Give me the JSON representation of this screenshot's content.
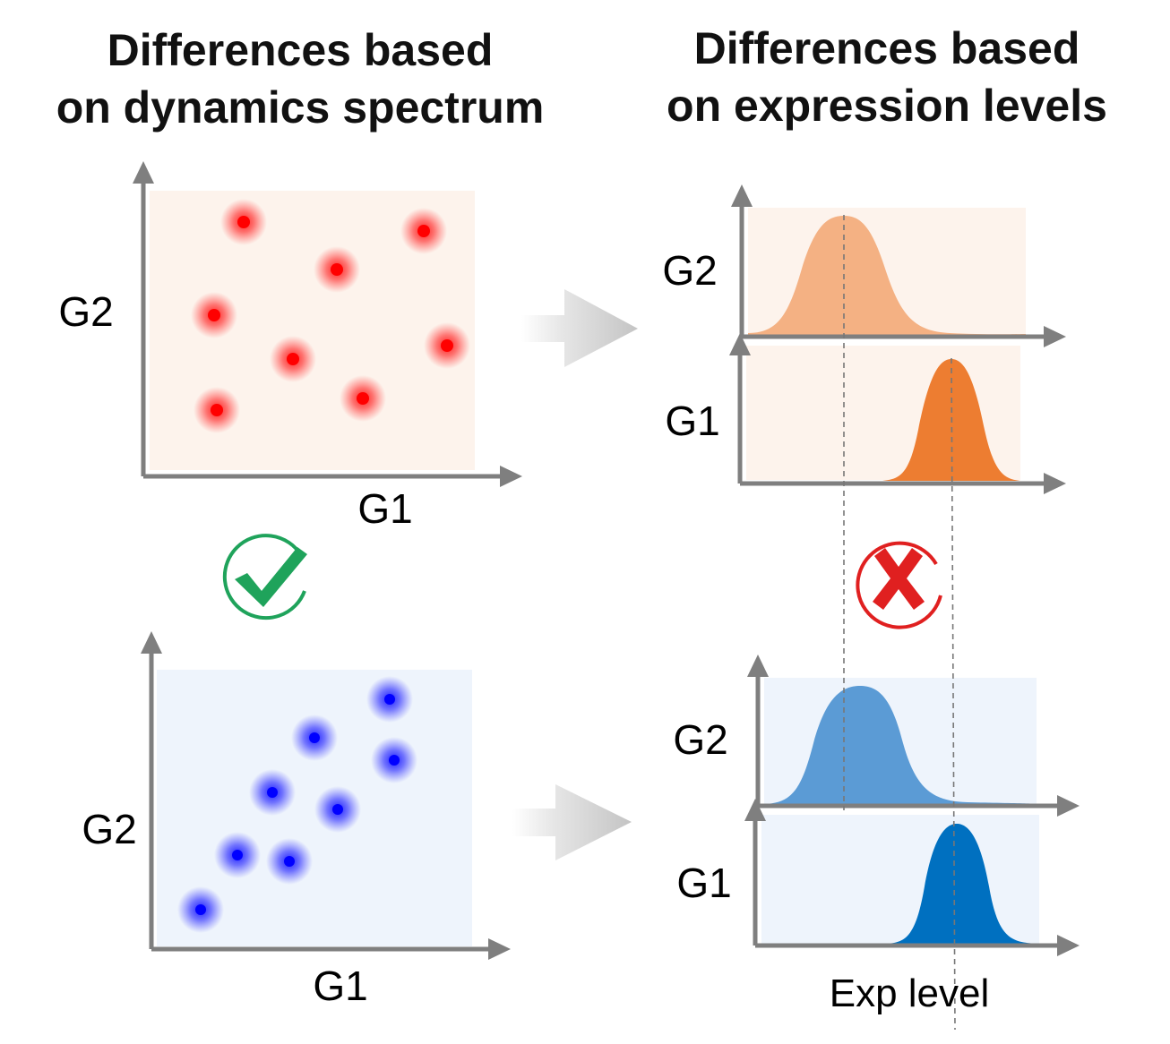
{
  "titles": {
    "left_line1": "Differences based",
    "left_line2": "on dynamics spectrum",
    "right_line1": "Differences based",
    "right_line2": "on expression levels"
  },
  "scatter_panels": [
    {
      "id": "top",
      "x_label": "G1",
      "y_label": "G2",
      "background": "#fdf3ec",
      "dot_color": "#ff0000"
    },
    {
      "id": "bottom",
      "x_label": "G1",
      "y_label": "G2",
      "background": "#eef4fc",
      "dot_color": "#0000ff"
    }
  ],
  "density_panels": [
    {
      "id": "top-G2",
      "label": "G2",
      "fill": "#f4b183"
    },
    {
      "id": "top-G1",
      "label": "G1",
      "fill": "#ed7d31"
    },
    {
      "id": "bottom-G2",
      "label": "G2",
      "fill": "#5b9bd5"
    },
    {
      "id": "bottom-G1",
      "label": "G1",
      "fill": "#0070c0"
    }
  ],
  "x_axis_label": "Exp level",
  "verdicts": {
    "dynamics": {
      "icon": "check-icon",
      "color": "#1fa35b"
    },
    "expression": {
      "icon": "cross-icon",
      "color": "#e02020"
    }
  },
  "colors": {
    "axis": "#7f7f7f",
    "arrow": "#c8c8c8",
    "guide": "#777777"
  }
}
